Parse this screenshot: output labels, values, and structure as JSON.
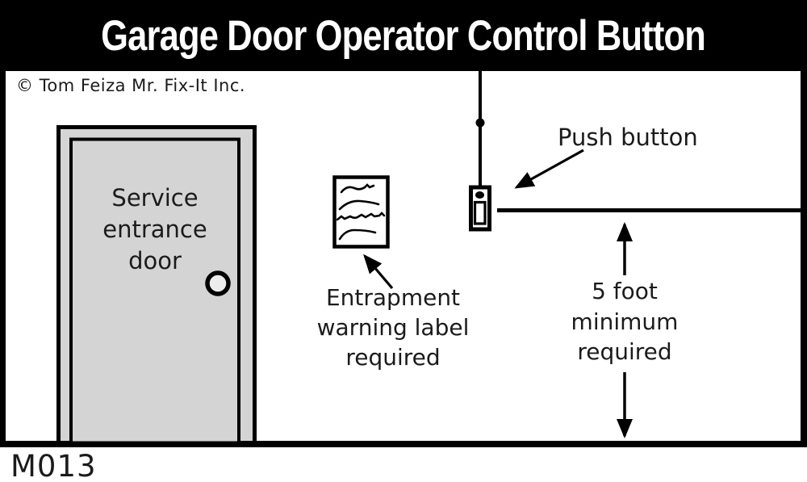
{
  "title": "Garage Door Operator Control Button",
  "copyright": "© Tom Feiza Mr. Fix-It Inc.",
  "diagram_id": "M013",
  "door": {
    "label_lines": [
      "Service",
      "entrance",
      "door"
    ]
  },
  "warning_label": {
    "caption_lines": [
      "Entrapment",
      "warning label",
      "required"
    ]
  },
  "push_button": {
    "label": "Push button"
  },
  "clearance": {
    "label_lines": [
      "5 foot",
      "minimum",
      "required"
    ]
  },
  "colors": {
    "banner": "#000000",
    "line": "#000000",
    "door_gray": "#d4d4d4",
    "knob_gray": "#ececec",
    "label_white": "#ffffff",
    "text": "#1b1b1b"
  }
}
